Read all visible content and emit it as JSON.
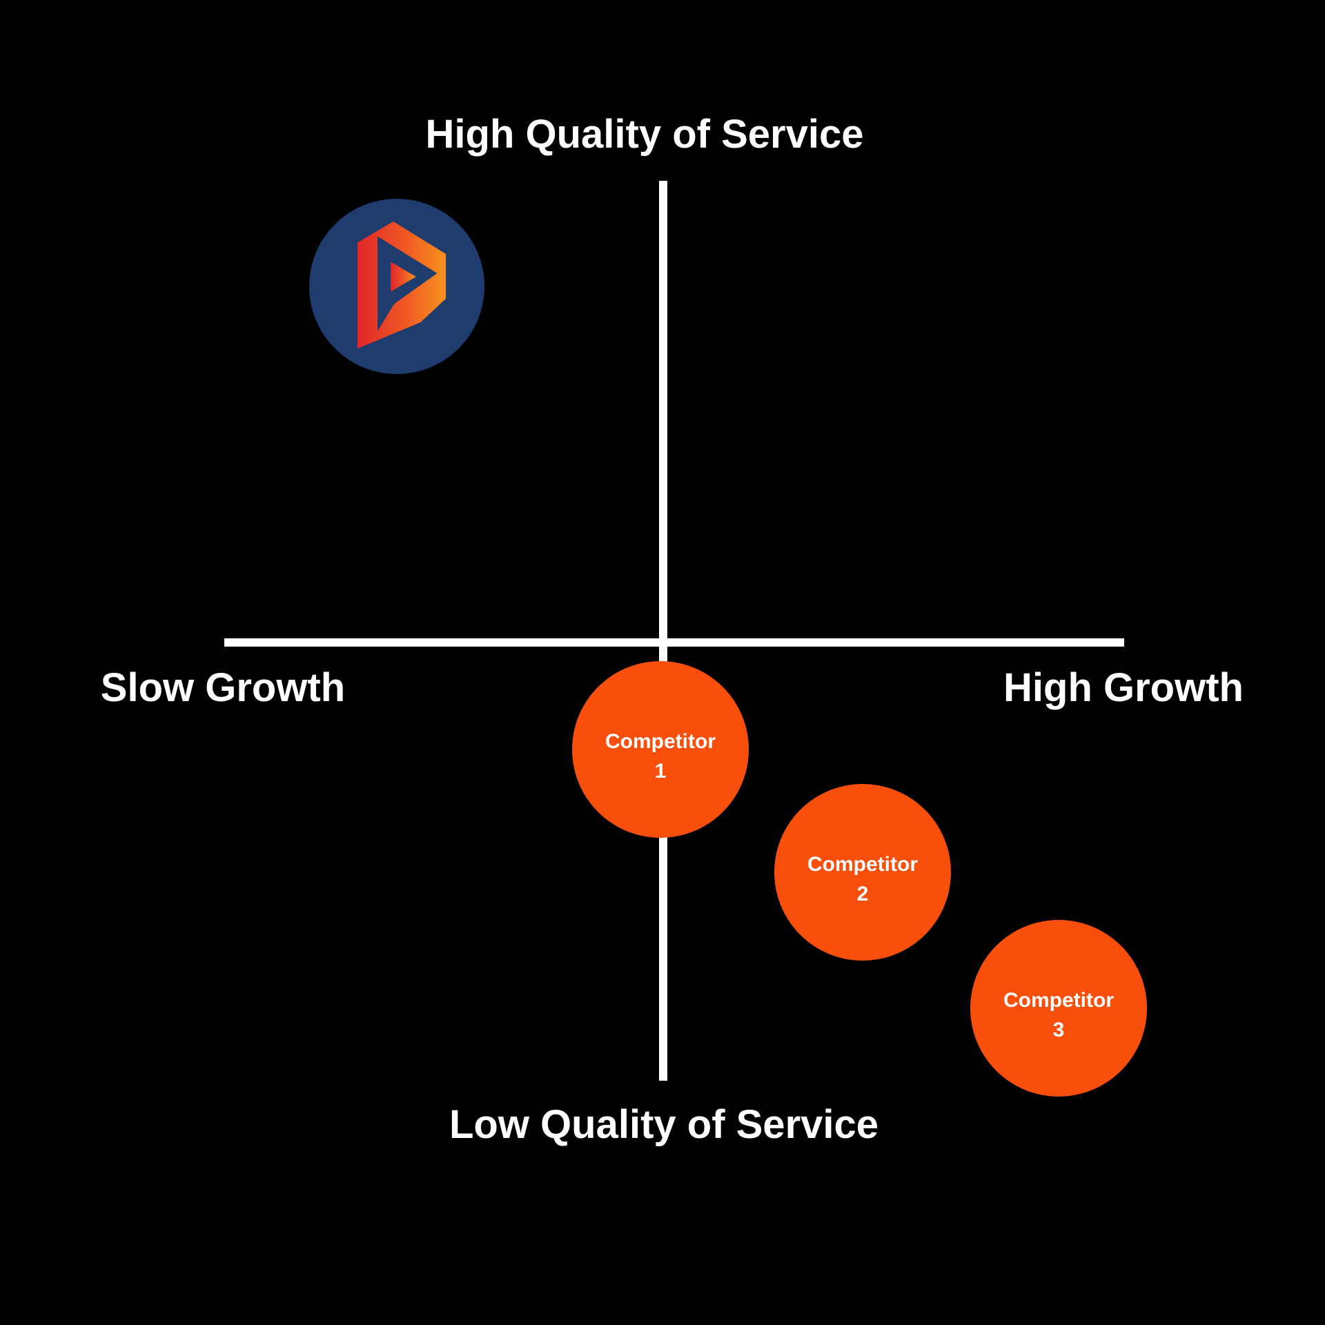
{
  "labels": {
    "top": "High Quality of Service",
    "bottom": "Low Quality of Service",
    "left": "Slow Growth",
    "right": "High Growth"
  },
  "brand": {
    "icon": "p-play-logo"
  },
  "competitors": [
    {
      "name": "Competitor",
      "number": "1"
    },
    {
      "name": "Competitor",
      "number": "2"
    },
    {
      "name": "Competitor",
      "number": "3"
    }
  ],
  "colors": {
    "background": "#000000",
    "axis-line": "#FFFFFF",
    "label-text": "#FFFFFF",
    "competitor-bubble": "#F94F0D",
    "logo-circle": "#1E3C6E",
    "logo-gradient-start": "#E0252B",
    "logo-gradient-mid": "#F05A23",
    "logo-gradient-end": "#F6921E"
  },
  "chart_data": {
    "type": "quadrant-scatter",
    "x_axis": {
      "left_label": "Slow Growth",
      "right_label": "High Growth"
    },
    "y_axis": {
      "top_label": "High Quality of Service",
      "bottom_label": "Low Quality of Service"
    },
    "grid": "two perpendicular white axis lines crossing near center",
    "points": [
      {
        "label": "Brand logo (p-play-logo)",
        "x": -0.61,
        "y": 0.81,
        "style": "navy circle with red-orange P play mark"
      },
      {
        "label": "Competitor 1",
        "x": 0.0,
        "y": -0.24,
        "style": "orange circle"
      },
      {
        "label": "Competitor 2",
        "x": 0.46,
        "y": -0.52,
        "style": "orange circle"
      },
      {
        "label": "Competitor 3",
        "x": 0.9,
        "y": -0.83,
        "style": "orange circle"
      }
    ]
  }
}
